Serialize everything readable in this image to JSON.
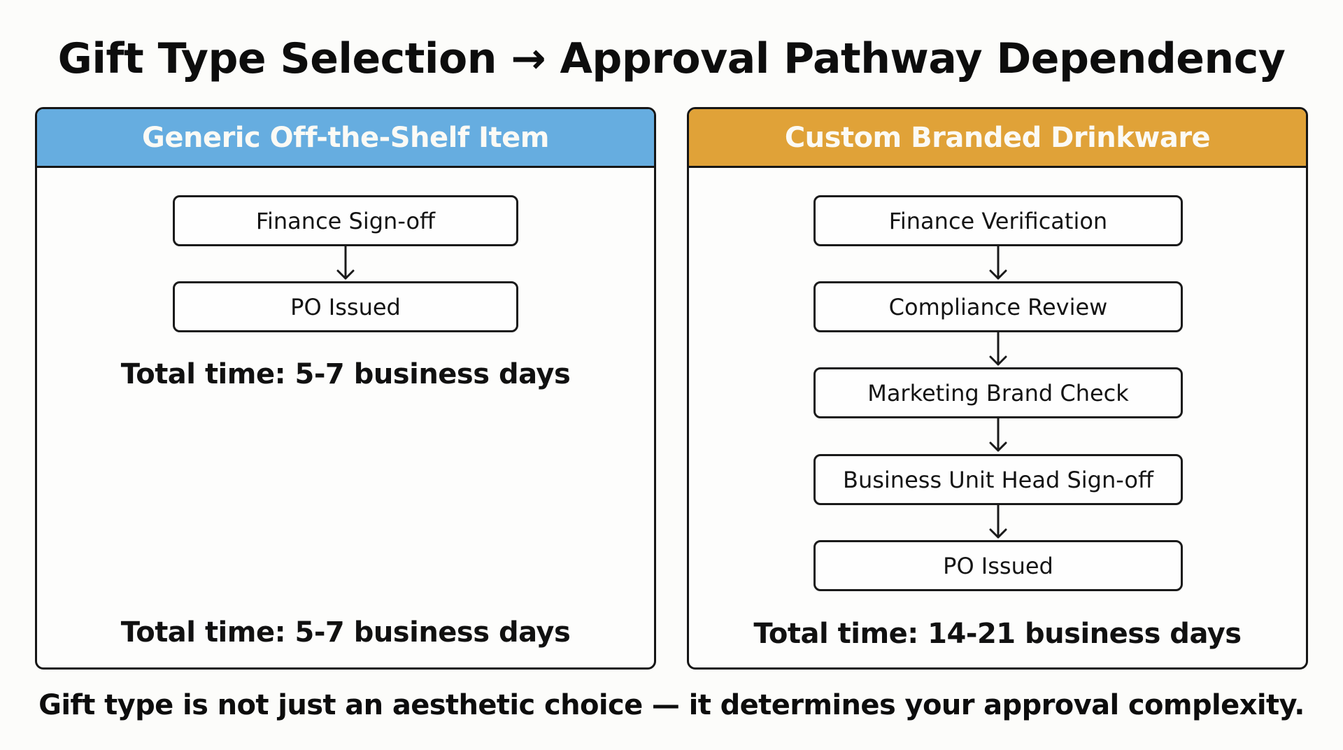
{
  "title": "Gift Type Selection → Approval Pathway Dependency",
  "colors": {
    "background": "#fcfcfa",
    "generic_header": "#66ade0",
    "custom_header": "#e0a238",
    "border": "#161616",
    "header_text": "#fbfaf5"
  },
  "panels": {
    "generic": {
      "header": "Generic Off-the-Shelf Item",
      "steps": [
        {
          "label": "Finance Sign-off"
        },
        {
          "label": "PO Issued"
        }
      ],
      "total_time_upper": "Total time: 5-7 business days",
      "total_time_bottom": "Total time: 5-7 business days"
    },
    "custom": {
      "header": "Custom Branded Drinkware",
      "steps": [
        {
          "label": "Finance Verification"
        },
        {
          "label": "Compliance Review"
        },
        {
          "label": "Marketing Brand Check"
        },
        {
          "label": "Business Unit Head Sign-off"
        },
        {
          "label": "PO Issued"
        }
      ],
      "total_time_bottom": "Total time: 14-21 business days"
    }
  },
  "footer": "Gift type is not just an aesthetic choice — it determines your approval complexity."
}
